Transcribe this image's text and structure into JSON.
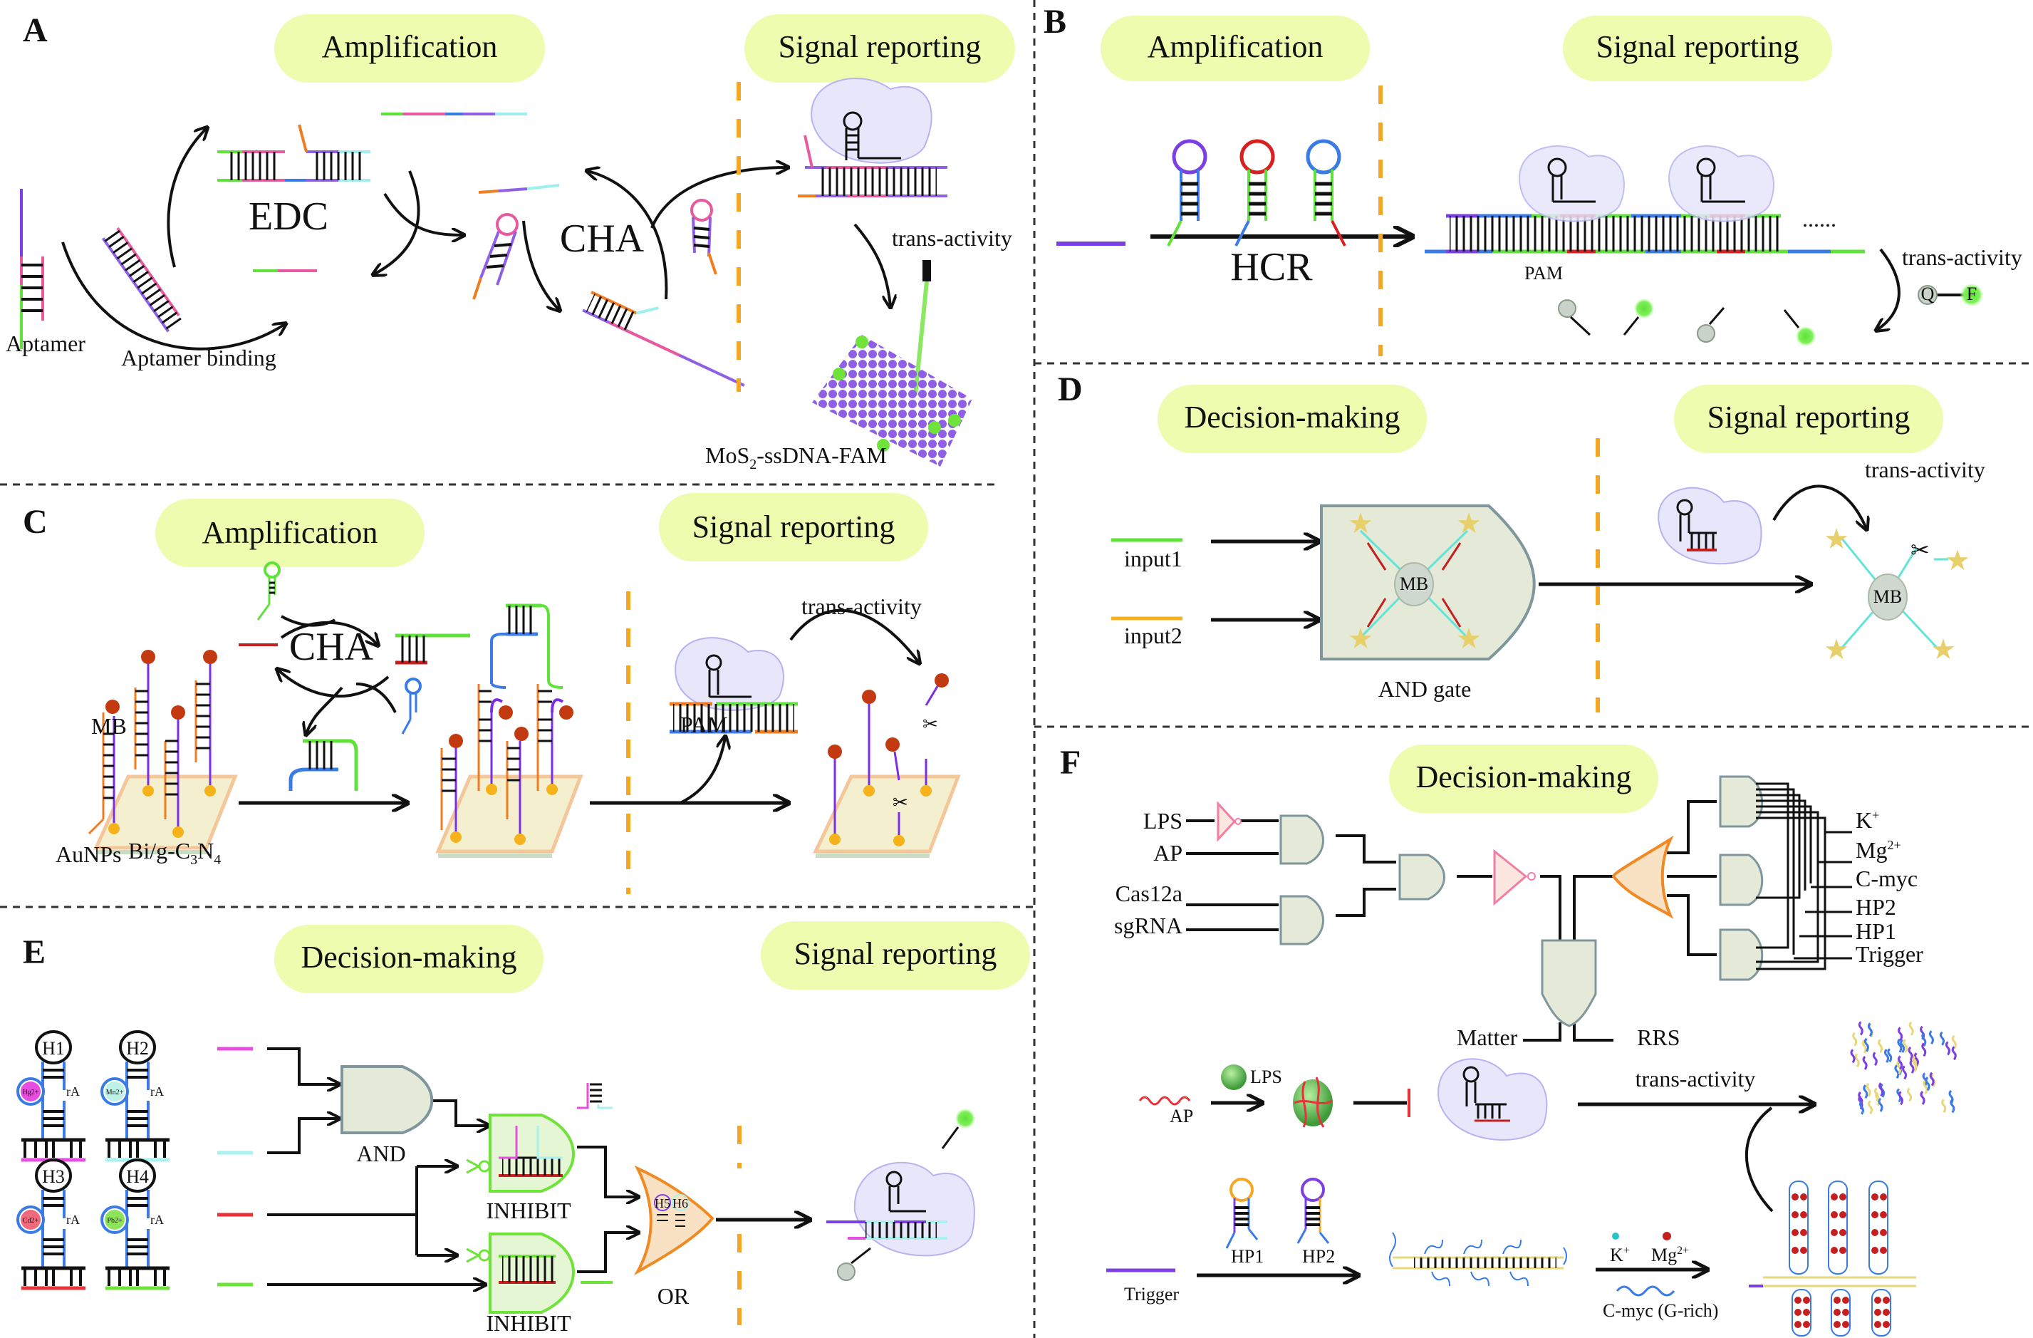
{
  "figure": {
    "colors": {
      "pill": "#eefcb0",
      "divider": "#333333",
      "phase_divider": "#f5a623",
      "enzyme": "#e7e6fb",
      "gate_fill": "#e4e9d8",
      "gate_stroke": "#7e969c",
      "inhibit_fill": "#e5f6d4",
      "inhibit_stroke": "#6fe33a",
      "or_fill": "#f9e1c4",
      "or_stroke": "#f08a24",
      "not_stroke": "#f27ea2",
      "not_fill": "#fbe6e0",
      "fluor": "#6fe33a",
      "quencher": "#c9d3c9",
      "star": "#e7cf6c",
      "mb": "#cfd8cf"
    },
    "panels": {
      "A": {
        "letter": "A",
        "phase1": "Amplification",
        "phase2": "Signal reporting",
        "labels": {
          "edc": "EDC",
          "cha": "CHA",
          "aptamer": "Aptamer",
          "aptamer_binding": "Aptamer binding",
          "trans_activity": "trans-activity",
          "mos2": "MoS",
          "mos2_sub": "2",
          "mos2_rest": "-ssDNA-FAM"
        }
      },
      "B": {
        "letter": "B",
        "phase1": "Amplification",
        "phase2": "Signal reporting",
        "labels": {
          "hcr": "HCR",
          "pam": "PAM",
          "trans_activity": "trans-activity",
          "dots": "......",
          "q": "Q",
          "f": "F"
        }
      },
      "C": {
        "letter": "C",
        "phase1": "Amplification",
        "phase2": "Signal reporting",
        "labels": {
          "cha": "CHA",
          "mb": "MB",
          "aunps": "AuNPs",
          "substrate": "Bi/g-C",
          "sub3": "3",
          "n": "N",
          "sub4": "4",
          "pam": "PAM",
          "trans_activity": "trans-activity"
        }
      },
      "D": {
        "letter": "D",
        "phase1": "Decision-making",
        "phase2": "Signal reporting",
        "labels": {
          "input1": "input1",
          "input2": "input2",
          "mb": "MB",
          "and_gate": "AND gate",
          "trans_activity": "trans-activity"
        }
      },
      "E": {
        "letter": "E",
        "phase1": "Decision-making",
        "phase2": "Signal reporting",
        "hairpins": [
          {
            "name": "H1",
            "ion": "Hg2+",
            "ion_color": "#e64ee0",
            "base_color": "#e64ee0"
          },
          {
            "name": "H2",
            "ion": "Mn2+",
            "ion_color": "#bff2e6",
            "base_color": "#a9f2ef"
          },
          {
            "name": "H3",
            "ion": "Cd2+",
            "ion_color": "#ee6a7c",
            "base_color": "#e8323a"
          },
          {
            "name": "H4",
            "ion": "Pb2+",
            "ion_color": "#8fe35a",
            "base_color": "#6fe33a"
          }
        ],
        "labels": {
          "rA": "rA",
          "and": "AND",
          "inhibit1": "INHIBIT",
          "inhibit2": "INHIBIT",
          "or": "OR",
          "h5": "H5",
          "h6": "H6"
        }
      },
      "F": {
        "letter": "F",
        "phase1": "Decision-making",
        "inputs_left": [
          "LPS",
          "AP",
          "Cas12a",
          "sgRNA"
        ],
        "inputs_right": [
          {
            "base": "K",
            "sup": "+"
          },
          {
            "base": "Mg",
            "sup": "2+"
          },
          {
            "base": "C-myc",
            "sup": ""
          },
          {
            "base": "HP2",
            "sup": ""
          },
          {
            "base": "HP1",
            "sup": ""
          },
          {
            "base": "Trigger",
            "sup": ""
          }
        ],
        "outputs": [
          "Matter",
          "RRS"
        ],
        "labels": {
          "ap": "AP",
          "lps": "LPS",
          "trans_activity": "trans-activity",
          "trigger": "Trigger",
          "hp1": "HP1",
          "hp2": "HP2",
          "k": "K",
          "k_sup": "+",
          "mg": "Mg",
          "mg_sup": "2+",
          "cmyc": "C-myc (G-rich)"
        }
      }
    }
  }
}
